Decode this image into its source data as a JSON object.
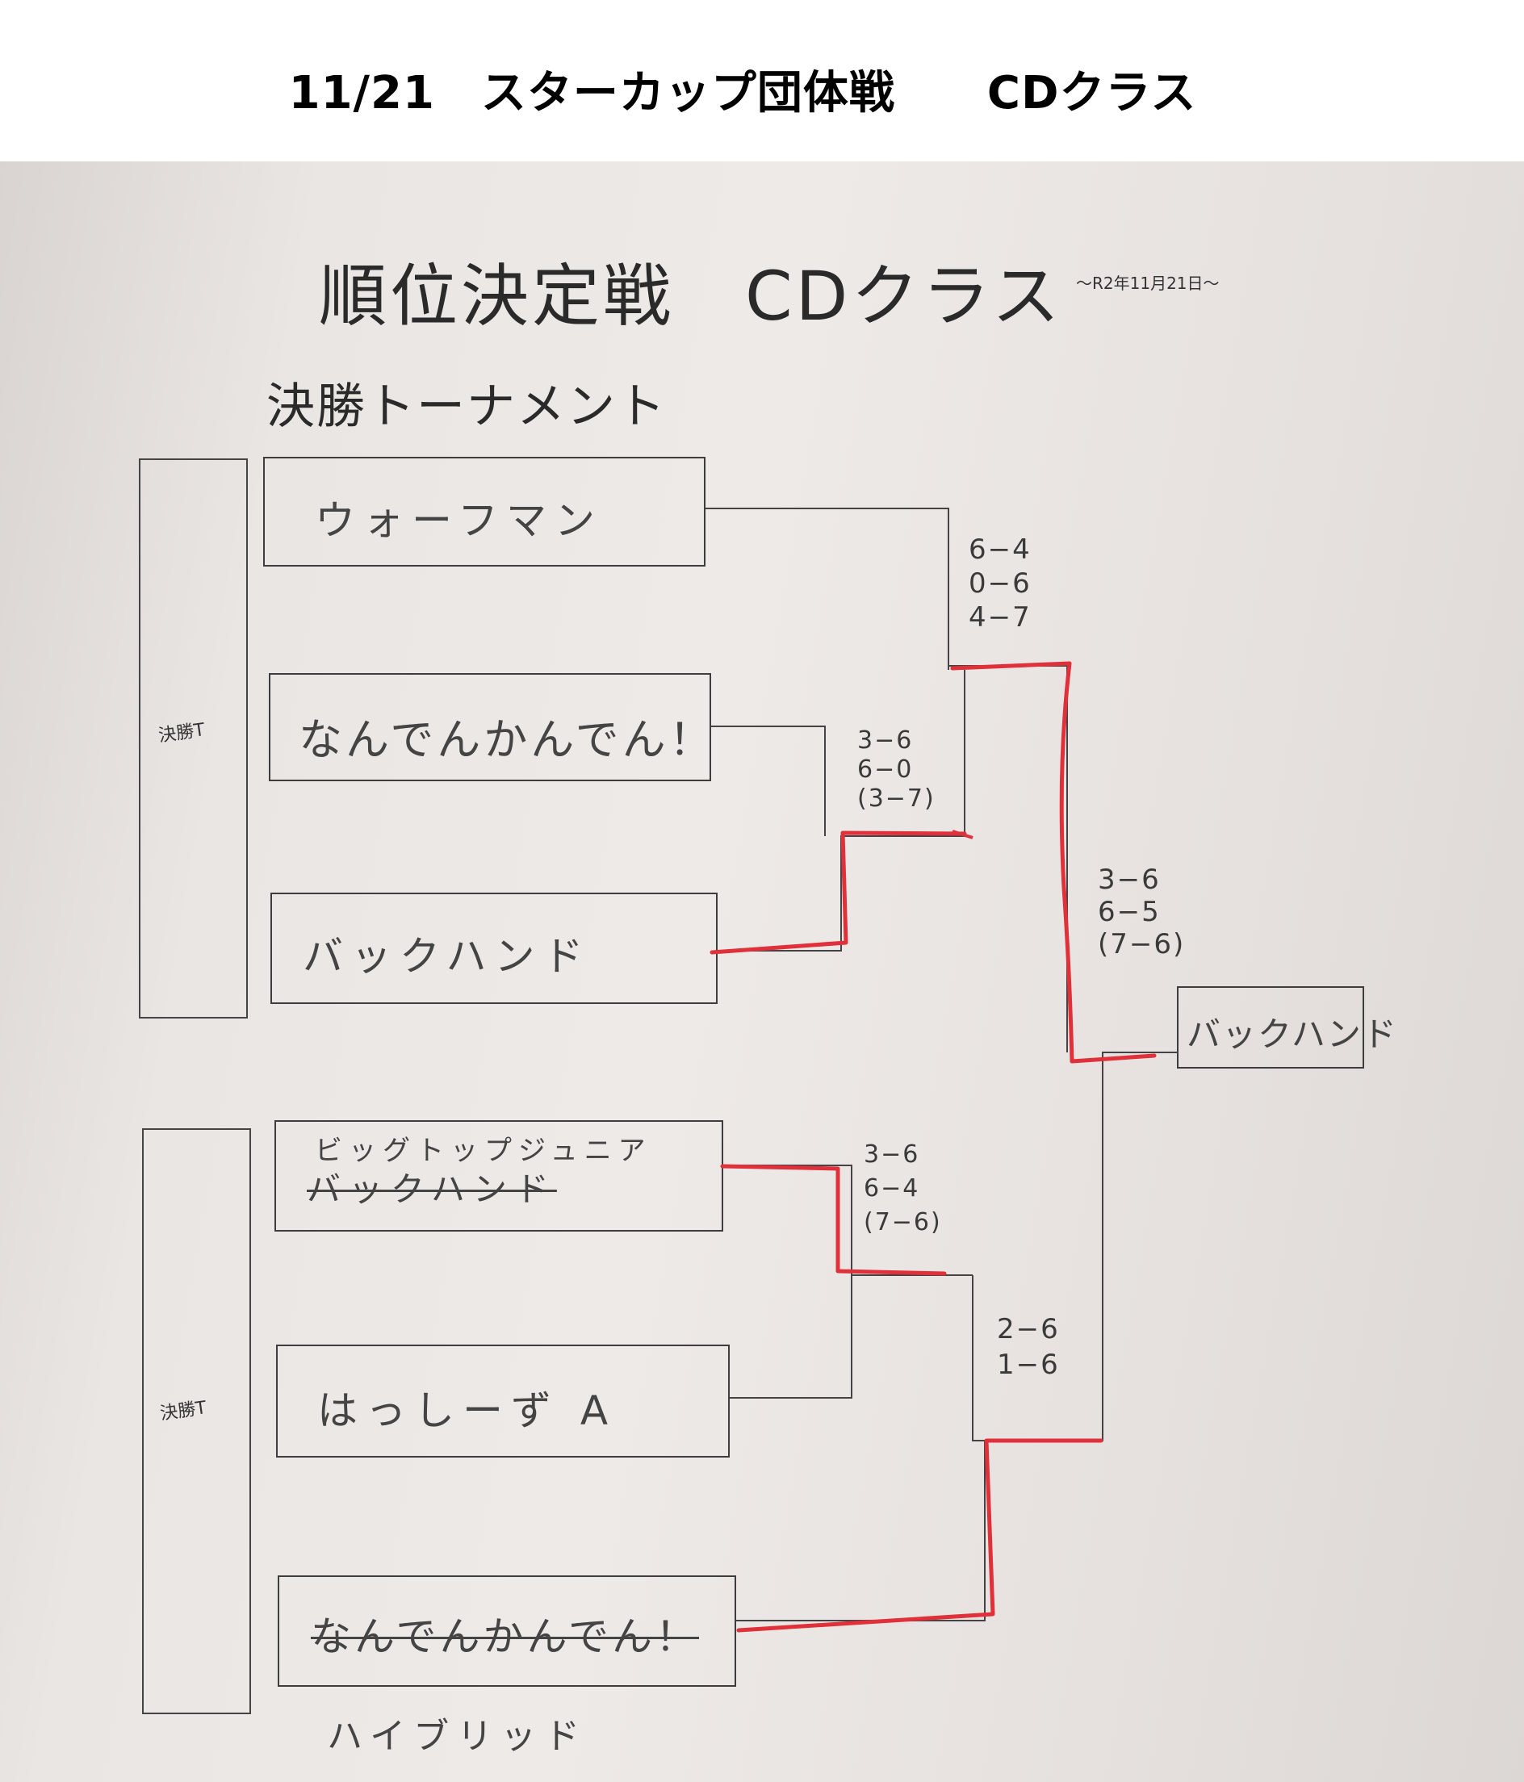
{
  "header": {
    "title": "11/21　スターカップ団体戦　　CDクラス"
  },
  "document": {
    "title": "順位決定戦　CDクラス",
    "date": "〜R2年11月21日〜",
    "subtitle": "決勝トーナメント"
  },
  "groups": [
    {
      "label": "決勝T"
    },
    {
      "label": "決勝T"
    }
  ],
  "teams": {
    "t1": "ウォーフマン",
    "t2": "なんでんかんでん！",
    "t3": "バックハンド",
    "t4": "ビッグトップジュニア",
    "t4_struck": "バックハンド",
    "t5": "はっしーず A",
    "t6_struck": "なんでんかんでん！",
    "t6": "ハイブリッド",
    "winner": "バックハンド"
  },
  "scores": {
    "s1": [
      "6−4",
      "0−6",
      "4−7"
    ],
    "s2": [
      "3−6",
      "6−0",
      "(3−7)"
    ],
    "s3": [
      "3−6",
      "6−5",
      "(7−6)"
    ],
    "s4": [
      "3−6",
      "6−4",
      "(7−6)"
    ],
    "s5": [
      "2−6",
      "1−6"
    ]
  },
  "colors": {
    "pen": "#444444",
    "winner_line": "#e0303a"
  }
}
